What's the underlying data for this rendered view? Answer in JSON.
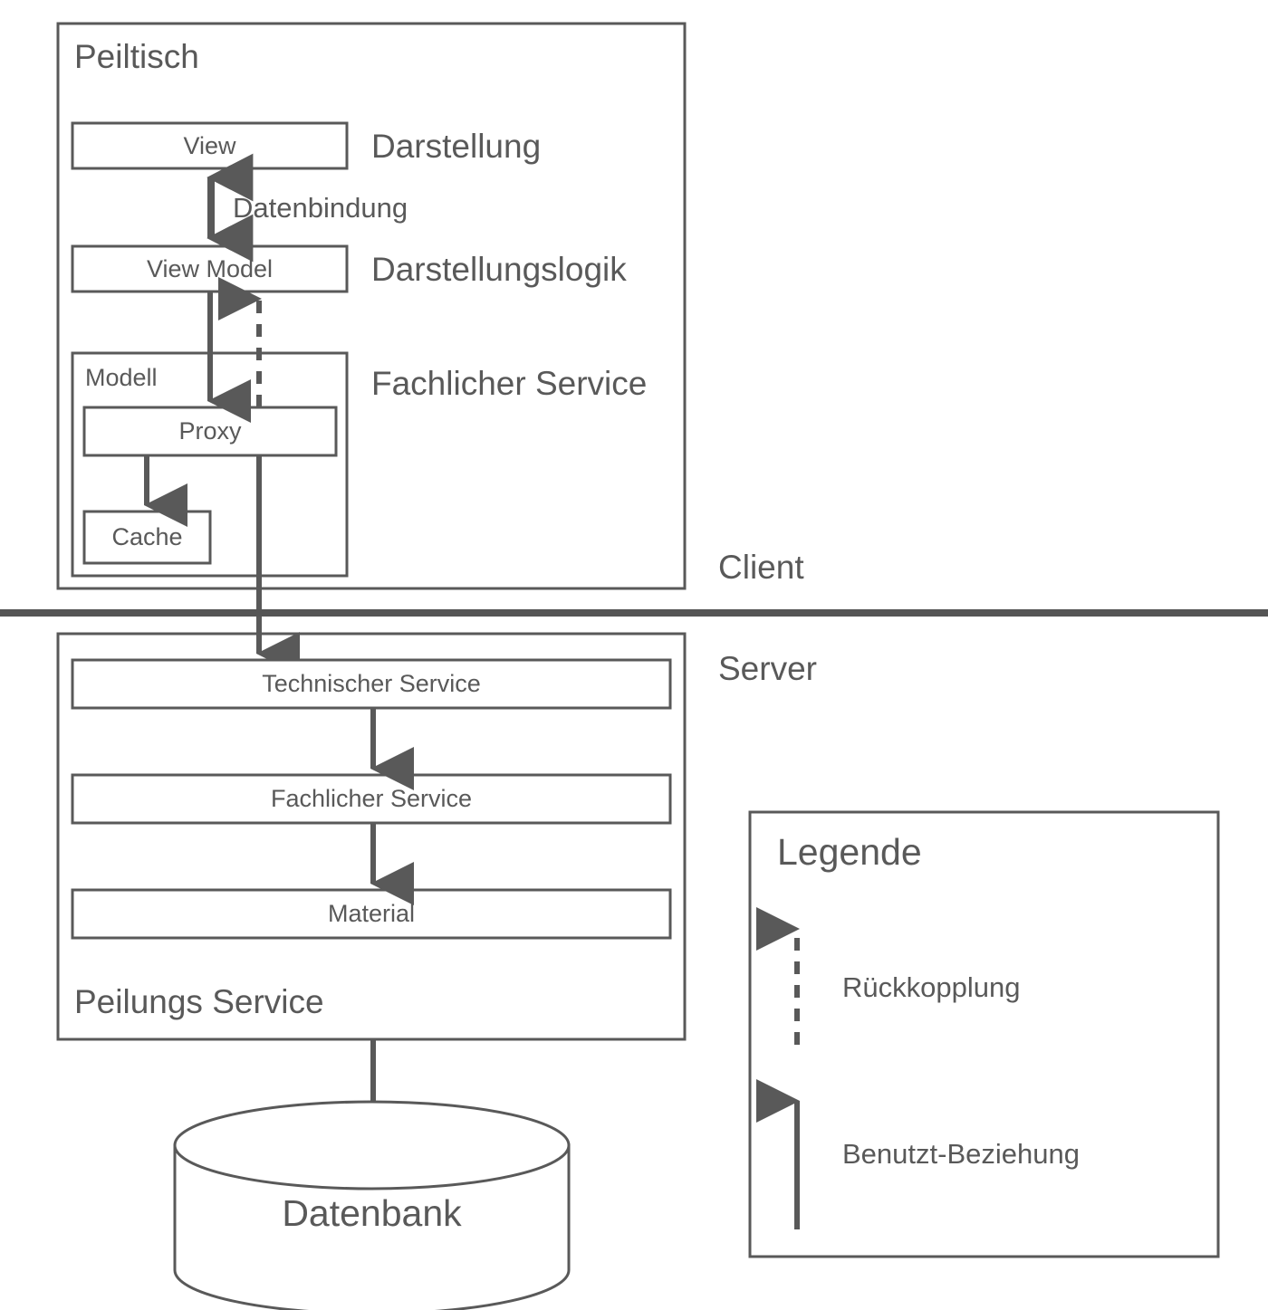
{
  "diagram": {
    "title_client_zone": "Client",
    "title_server_zone": "Server",
    "client": {
      "container_label": "Peiltisch",
      "nodes": {
        "view": "View",
        "view_model": "View Model",
        "modell": "Modell",
        "proxy": "Proxy",
        "cache": "Cache"
      },
      "side_labels": {
        "view": "Darstellung",
        "view_model": "Darstellungslogik",
        "modell": "Fachlicher Service"
      },
      "edge_labels": {
        "view_to_view_model": "Datenbindung"
      }
    },
    "server": {
      "container_label": "Peilungs Service",
      "nodes": {
        "technischer_service": "Technischer Service",
        "fachlicher_service": "Fachlicher Service",
        "material": "Material"
      }
    },
    "database": {
      "label": "Datenbank"
    },
    "legend": {
      "title": "Legende",
      "items": [
        {
          "style": "dashed-arrow-up",
          "label": "Rückkopplung"
        },
        {
          "style": "solid-arrow-up",
          "label": "Benutzt-Beziehung"
        }
      ]
    },
    "colors": {
      "stroke": "#595959",
      "text": "#595959",
      "divider": "#555555",
      "background": "#ffffff"
    }
  }
}
